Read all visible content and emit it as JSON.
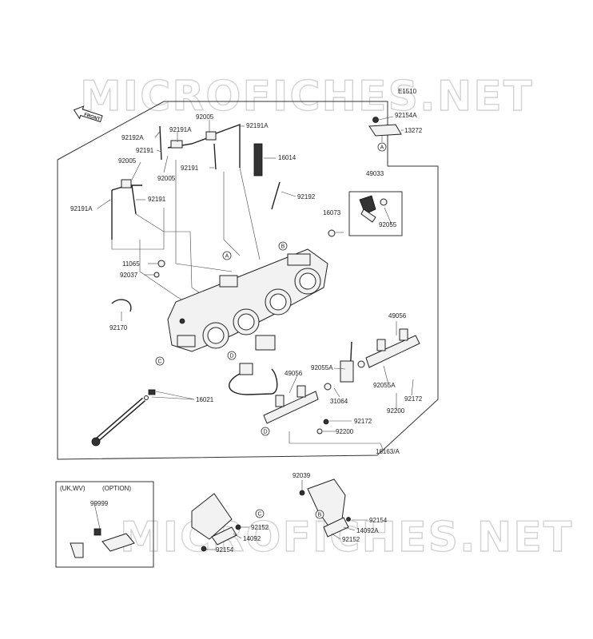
{
  "diagram_code": "E1510",
  "front_badge": "FRONT",
  "watermark": "MICROFICHES.NET",
  "option_box": {
    "region": "(UK,WV)",
    "option": "(OPTION)"
  },
  "ref_letters": [
    "A",
    "B",
    "C",
    "D"
  ],
  "part_numbers": {
    "p92154A": "92154A",
    "p13272": "13272",
    "p92005a": "92005",
    "p92191Aa": "92191A",
    "p92192A": "92192A",
    "p92191Ab": "92191A",
    "p92191a": "92191",
    "p92005b": "92005",
    "p92005c": "92005",
    "p92191b": "92191",
    "p16014": "16014",
    "p92191Ac": "92191A",
    "p92191c": "92191",
    "p92192": "92192",
    "p49033": "49033",
    "p16073": "16073",
    "p92055": "92055",
    "p11065": "11065",
    "p92037": "92037",
    "p92170": "92170",
    "p49056a": "49056",
    "p92055Aa": "92055A",
    "p49056b": "49056",
    "p92055Ab": "92055A",
    "p92172a": "92172",
    "p31064": "31064",
    "p16021": "16021",
    "p92200a": "92200",
    "p92172b": "92172",
    "p92200b": "92200",
    "p16163A": "16163/A",
    "p99999": "99999",
    "p92039": "92039",
    "p92152a": "92152",
    "p14092": "14092",
    "p92154a": "92154",
    "p92154b": "92154",
    "p14092A": "14092A",
    "p92152b": "92152"
  }
}
